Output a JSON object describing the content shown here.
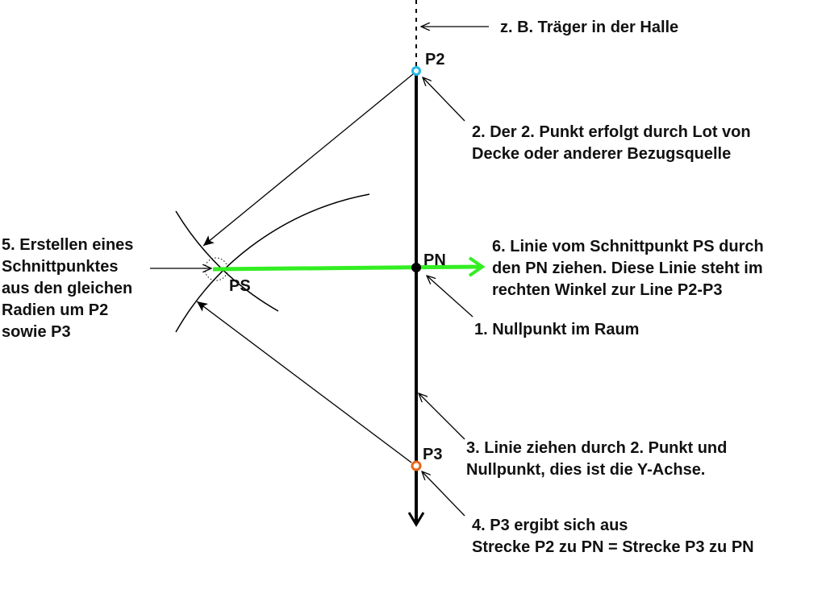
{
  "colors": {
    "axis": "#000000",
    "green_line": "#33ee22",
    "p2": "#22b8e8",
    "p3": "#e8661a"
  },
  "points": {
    "p2": "P2",
    "pn": "PN",
    "ps": "PS",
    "p3": "P3"
  },
  "notes": {
    "beam": "z. B. Träger in der Halle",
    "step2": [
      "2. Der 2. Punkt erfolgt durch Lot von",
      "Decke oder anderer Bezugsquelle"
    ],
    "step6": [
      "6. Linie vom Schnittpunkt PS durch",
      "den PN ziehen. Diese Linie steht im",
      "rechten Winkel zur Line P2-P3"
    ],
    "step1": "1. Nullpunkt im Raum",
    "step3": [
      "3. Linie ziehen durch 2. Punkt und",
      "Nullpunkt, dies ist die Y-Achse."
    ],
    "step4": [
      "4. P3 ergibt sich aus",
      "Strecke P2 zu PN = Strecke P3 zu PN"
    ],
    "step5": [
      "5. Erstellen eines",
      "Schnittpunktes",
      "aus den gleichen",
      "Radien um P2",
      "sowie P3"
    ]
  }
}
